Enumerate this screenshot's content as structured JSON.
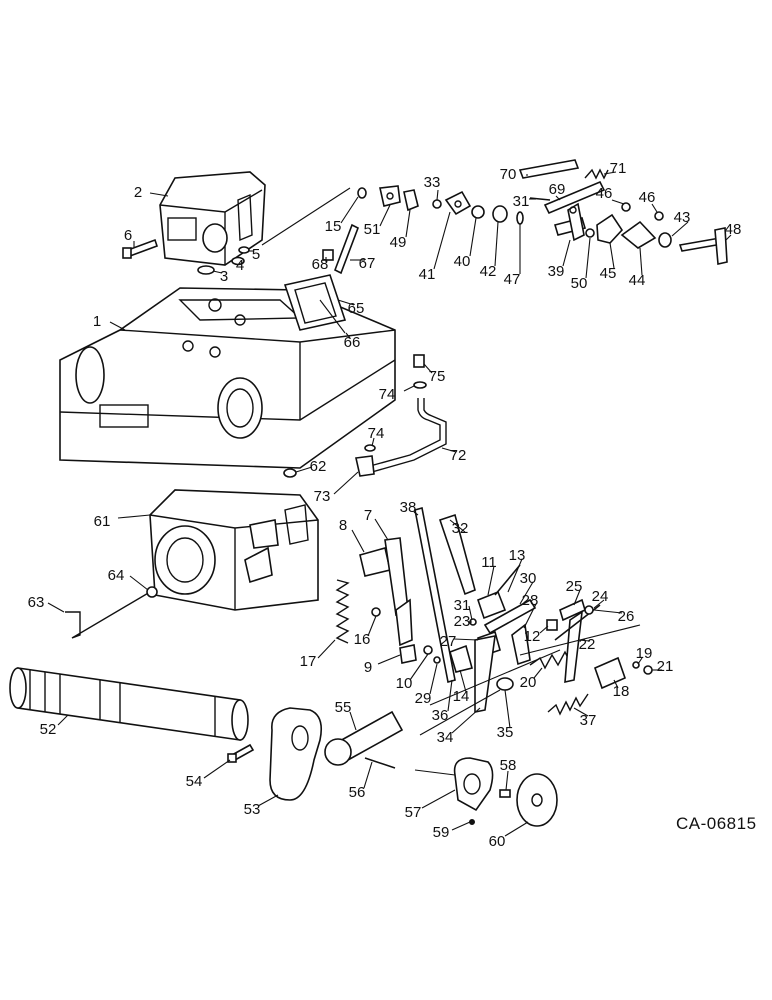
{
  "drawing_code": "CA-06815",
  "callouts": [
    "1",
    "2",
    "3",
    "4",
    "5",
    "6",
    "7",
    "8",
    "9",
    "10",
    "11",
    "12",
    "13",
    "14",
    "15",
    "16",
    "17",
    "18",
    "19",
    "20",
    "21",
    "22",
    "23",
    "24",
    "25",
    "26",
    "27",
    "28",
    "29",
    "30",
    "31",
    "31",
    "32",
    "33",
    "34",
    "35",
    "36",
    "37",
    "38",
    "39",
    "40",
    "41",
    "42",
    "43",
    "44",
    "45",
    "46",
    "46",
    "47",
    "48",
    "49",
    "50",
    "51",
    "52",
    "53",
    "54",
    "55",
    "56",
    "57",
    "58",
    "59",
    "60",
    "61",
    "62",
    "63",
    "64",
    "65",
    "66",
    "67",
    "68",
    "69",
    "70",
    "71",
    "72",
    "73",
    "74",
    "74",
    "75"
  ]
}
